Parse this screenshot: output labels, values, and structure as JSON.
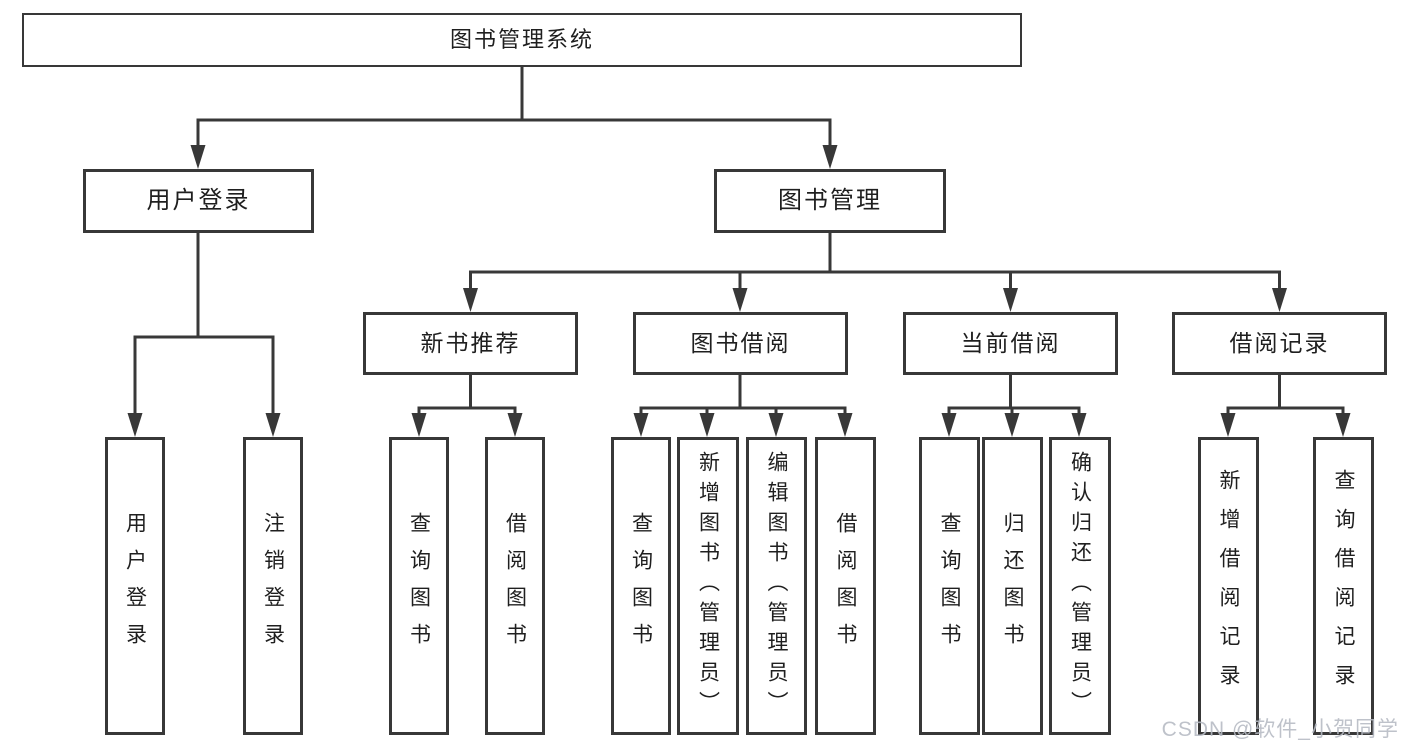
{
  "diagram": {
    "type": "hierarchy-tree",
    "watermark": "CSDN @软件_小贺同学",
    "colors": {
      "line": "#383838",
      "text": "#1f1f1f",
      "box_background": "#ffffff",
      "page_background": "#ffffff",
      "watermark": "#b6bac3"
    }
  },
  "tree": {
    "label": "图书管理系统",
    "children": [
      {
        "label": "用户登录",
        "children": [
          {
            "label": "用户登录"
          },
          {
            "label": "注销登录"
          }
        ]
      },
      {
        "label": "图书管理",
        "children": [
          {
            "label": "新书推荐",
            "children": [
              {
                "label": "查询图书"
              },
              {
                "label": "借阅图书"
              }
            ]
          },
          {
            "label": "图书借阅",
            "children": [
              {
                "label": "查询图书"
              },
              {
                "label": "新增图书（管理员）"
              },
              {
                "label": "编辑图书（管理员）"
              },
              {
                "label": "借阅图书"
              }
            ]
          },
          {
            "label": "当前借阅",
            "children": [
              {
                "label": "查询图书"
              },
              {
                "label": "归还图书"
              },
              {
                "label": "确认归还（管理员）"
              }
            ]
          },
          {
            "label": "借阅记录",
            "children": [
              {
                "label": "新增借阅记录"
              },
              {
                "label": "查询借阅记录"
              }
            ]
          }
        ]
      }
    ]
  }
}
